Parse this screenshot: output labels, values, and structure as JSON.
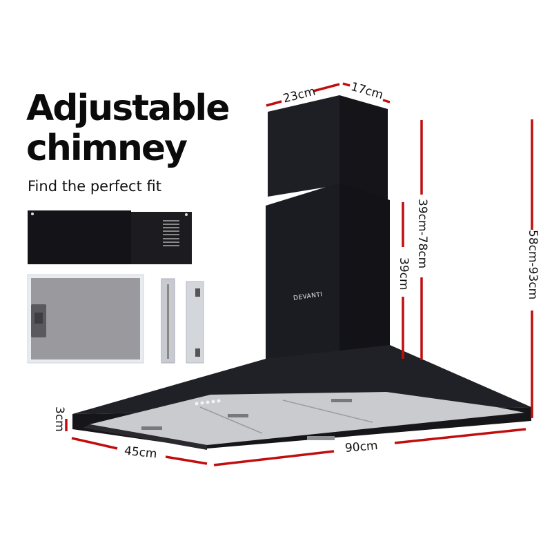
{
  "heading": {
    "line1": "Adjustable",
    "line2": "chimney",
    "subtitle": "Find the perfect fit"
  },
  "product": {
    "brand_label": "DEVANTI",
    "type": "chimney-rangehood",
    "color": "#1a1a1f"
  },
  "accessories": [
    {
      "name": "chimney-extension-panel"
    },
    {
      "name": "aluminium-mesh-filter"
    },
    {
      "name": "mounting-bracket-narrow"
    },
    {
      "name": "mounting-bracket-wide"
    }
  ],
  "dimensions": {
    "chimney_width": "23cm",
    "chimney_depth": "17cm",
    "chimney_adjustable_height": "39cm-78cm",
    "chimney_lower_height": "39cm",
    "total_height": "58cm-93cm",
    "hood_edge_height": "3cm",
    "hood_depth": "45cm",
    "hood_width": "90cm"
  },
  "colors": {
    "dimension_line": "#c00d0d",
    "text": "#0b0b0b",
    "background": "#ffffff"
  }
}
